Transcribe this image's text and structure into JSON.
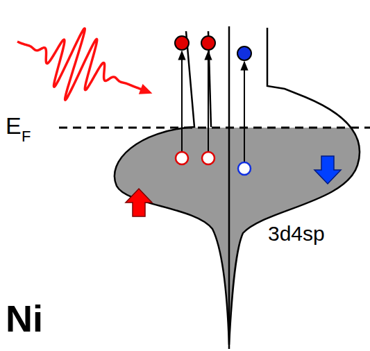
{
  "diagram": {
    "labels": [
      "E",
      "F",
      "3d4sp",
      "Ni"
    ]
  }
}
